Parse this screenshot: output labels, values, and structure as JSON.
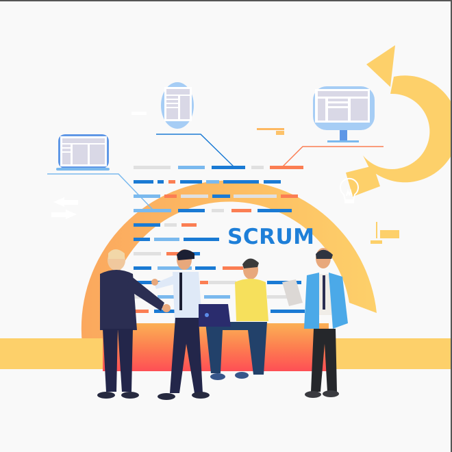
{
  "illustration": {
    "title": "SCRUM",
    "subject": "Scrum agile team meeting with iterative cycle",
    "colors": {
      "background": "#f9f9f9",
      "arc_start": "#fba85e",
      "arc_end": "#fdd06a",
      "band": "#fdd06a",
      "floor_top": "#fbaa52",
      "floor_bottom": "#fe4f55",
      "title_blue": "#1e7fd8",
      "dash_blue": "#1a7ad4",
      "dash_light_blue": "#7ab9ee",
      "dash_orange": "#fb7e53",
      "dash_gray": "#e0e0e0"
    },
    "icons": [
      {
        "name": "laptop-window-icon",
        "position": "left"
      },
      {
        "name": "document-page-icon",
        "position": "top-left"
      },
      {
        "name": "desktop-monitor-icon",
        "position": "top-right"
      },
      {
        "name": "lightbulb-icon",
        "position": "right"
      },
      {
        "name": "cycle-arrow-icon",
        "position": "top-right"
      },
      {
        "name": "double-arrow-icon",
        "position": "left"
      },
      {
        "name": "bar-chart-icon",
        "position": "right"
      }
    ],
    "people": [
      {
        "name": "businessman-dark-suit",
        "pose": "standing, shaking hands, seen from back"
      },
      {
        "name": "man-white-shirt",
        "pose": "walking, shaking hands"
      },
      {
        "name": "man-yellow-sweater",
        "pose": "sitting with laptop"
      },
      {
        "name": "man-blue-jacket",
        "pose": "standing holding tablet"
      }
    ]
  }
}
